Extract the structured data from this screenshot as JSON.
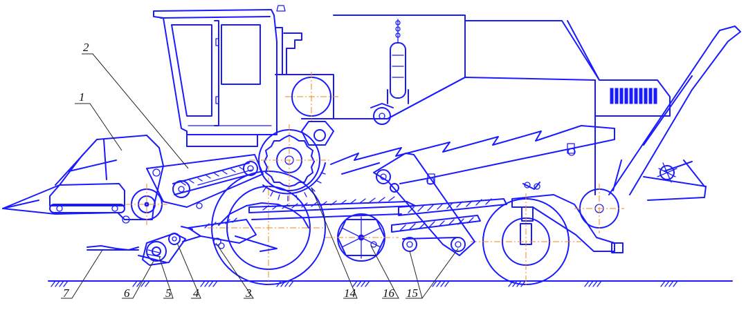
{
  "callouts": [
    {
      "id": "c1",
      "text": "1"
    },
    {
      "id": "c2",
      "text": "2"
    },
    {
      "id": "c3",
      "text": "3"
    },
    {
      "id": "c4",
      "text": "4"
    },
    {
      "id": "c5",
      "text": "5"
    },
    {
      "id": "c6",
      "text": "6"
    },
    {
      "id": "c7",
      "text": "7"
    },
    {
      "id": "c14",
      "text": "14"
    },
    {
      "id": "c15",
      "text": "15"
    },
    {
      "id": "c16",
      "text": "16"
    }
  ],
  "colors": {
    "outline": "#1a1aff",
    "centerline": "#f08a1c",
    "leader": "#222222"
  }
}
